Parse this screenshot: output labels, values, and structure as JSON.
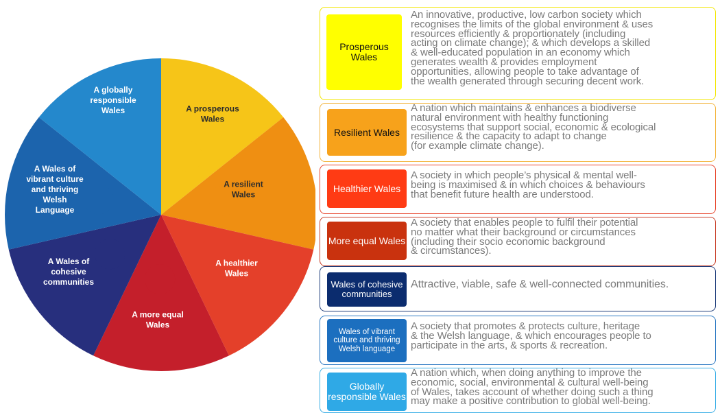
{
  "wheel": {
    "segments": [
      {
        "label_lines": [
          "A prosperous",
          "Wales"
        ],
        "color": "#f6c518"
      },
      {
        "label_lines": [
          "A resilient",
          "Wales"
        ],
        "color": "#ef8f12"
      },
      {
        "label_lines": [
          "A healthier",
          "Wales"
        ],
        "color": "#e4402a"
      },
      {
        "label_lines": [
          "A more equal",
          "Wales"
        ],
        "color": "#c41f2b"
      },
      {
        "label_lines": [
          "A Wales of",
          "cohesive",
          "communities"
        ],
        "color": "#272f7d"
      },
      {
        "label_lines": [
          "A Wales of",
          "vibrant culture",
          "and thriving",
          "Welsh",
          "Language"
        ],
        "color": "#1c64ad"
      },
      {
        "label_lines": [
          "A globally",
          "responsible",
          "Wales"
        ],
        "color": "#2488cc"
      }
    ]
  },
  "goals": [
    {
      "label": "Prosperous Wales",
      "label_color": "#ffff00",
      "label_text_color": "#111111",
      "border_color": "#f2e600",
      "description": [
        "An innovative, productive, low carbon society which",
        "recognises the limits of the global environment & uses",
        "resources efficiently & proportionately (including",
        "acting on climate change); & which develops a skilled",
        "& well-educated population in an economy which",
        "generates wealth & provides employment",
        "opportunities, allowing people to take advantage of",
        "the wealth generated through securing decent work."
      ]
    },
    {
      "label": "Resilient Wales",
      "label_color": "#f7a21b",
      "label_text_color": "#111111",
      "border_color": "#f3b43c",
      "description": [
        "A nation which maintains & enhances a biodiverse",
        "natural environment with healthy functioning",
        "ecosystems that support social, economic & ecological",
        "resilience & the capacity to adapt to change",
        "(for example climate change)."
      ]
    },
    {
      "label": "Healthier Wales",
      "label_color": "#ff3b14",
      "label_text_color": "#ffffff",
      "border_color": "#e8442b",
      "description": [
        "A society in which people’s physical & mental well-",
        "being is maximised & in which choices & behaviours",
        "that benefit future health are understood."
      ]
    },
    {
      "label": "More equal Wales",
      "label_color": "#c9320e",
      "label_text_color": "#ffffff",
      "border_color": "#c9402a",
      "description": [
        "A society that enables people to fulfil their potential",
        "no matter what their background or circumstances",
        "(including their socio economic background",
        "& circumstances)."
      ]
    },
    {
      "label": "Wales of cohesive communities",
      "label_color": "#0b2c6e",
      "label_text_color": "#ffffff",
      "border_color": "#1d3c7a",
      "description": [
        "Attractive, viable, safe & well-connected communities."
      ]
    },
    {
      "label": "Wales of vibrant culture and thriving Welsh language",
      "label_color": "#1c6fbf",
      "label_text_color": "#ffffff",
      "border_color": "#2a78c2",
      "description": [
        "A society that promotes & protects culture, heritage",
        "& the Welsh language, & which encourages people to",
        "participate in the arts, & sports & recreation."
      ]
    },
    {
      "label": "Globally responsible Wales",
      "label_color": "#2fa9e6",
      "label_text_color": "#ffffff",
      "border_color": "#39aee6",
      "description": [
        "A nation which, when doing anything to improve the",
        "economic, social, environmental & cultural well-being",
        "of Wales, takes account of whether doing such a thing",
        "may make a positive contribution to global well-being."
      ]
    }
  ]
}
